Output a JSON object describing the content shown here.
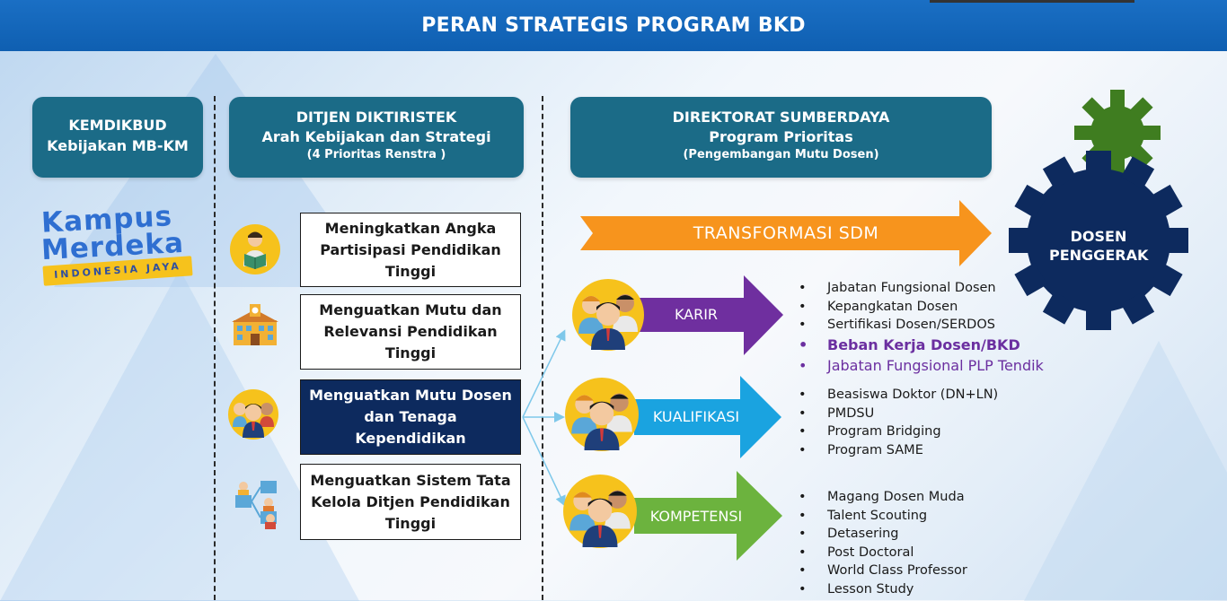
{
  "title": "PERAN STRATEGIS PROGRAM BKD",
  "header_boxes": [
    {
      "line1": "KEMDIKBUD",
      "line2": "Kebijakan MB-KM",
      "line3": ""
    },
    {
      "line1": "DITJEN DIKTIRISTEK",
      "line2": "Arah Kebijakan dan Strategi",
      "line3": "(4 Prioritas Renstra )"
    },
    {
      "line1": "DIREKTORAT SUMBERDAYA",
      "line2": "Program Prioritas",
      "line3": "(Pengembangan Mutu Dosen)"
    }
  ],
  "logo": {
    "line1": "Kampus",
    "line2": "Merdeka",
    "tagline": "INDONESIA JAYA"
  },
  "priorities": [
    {
      "label": "Meningkatkan Angka Partisipasi Pendidikan Tinggi",
      "icon": "reader-icon"
    },
    {
      "label": "Menguatkan Mutu dan Relevansi Pendidikan Tinggi",
      "icon": "school-building-icon"
    },
    {
      "label": "Menguatkan Mutu Dosen dan Tenaga Kependidikan",
      "icon": "lecturers-group-icon"
    },
    {
      "label": "Menguatkan Sistem Tata Kelola Ditjen Pendidikan Tinggi",
      "icon": "network-people-icon"
    }
  ],
  "transformation": {
    "label": "TRANSFORMASI SDM",
    "color": "#f7941d"
  },
  "gear": {
    "label_line1": "DOSEN",
    "label_line2": "PENGGERAK",
    "main_color": "#0d2a5e",
    "small_color": "#3f7d20"
  },
  "programs": [
    {
      "label": "KARIR",
      "color": "#6f2f9f",
      "items": [
        "Jabatan Fungsional Dosen",
        "Kepangkatan Dosen",
        "Sertifikasi Dosen/SERDOS",
        "Beban Kerja Dosen/BKD",
        "Jabatan Fungsional PLP Tendik"
      ]
    },
    {
      "label": "KUALIFIKASI",
      "color": "#1aa3e0",
      "items": [
        "Beasiswa Doktor (DN+LN)",
        "PMDSU",
        "Program Bridging",
        "Program SAME"
      ]
    },
    {
      "label": "KOMPETENSI",
      "color": "#6cb33e",
      "items": [
        "Magang Dosen Muda",
        "Talent Scouting",
        "Detasering",
        "Post Doctoral",
        "World Class Professor",
        "Lesson Study"
      ]
    }
  ],
  "bullet_char": "•"
}
